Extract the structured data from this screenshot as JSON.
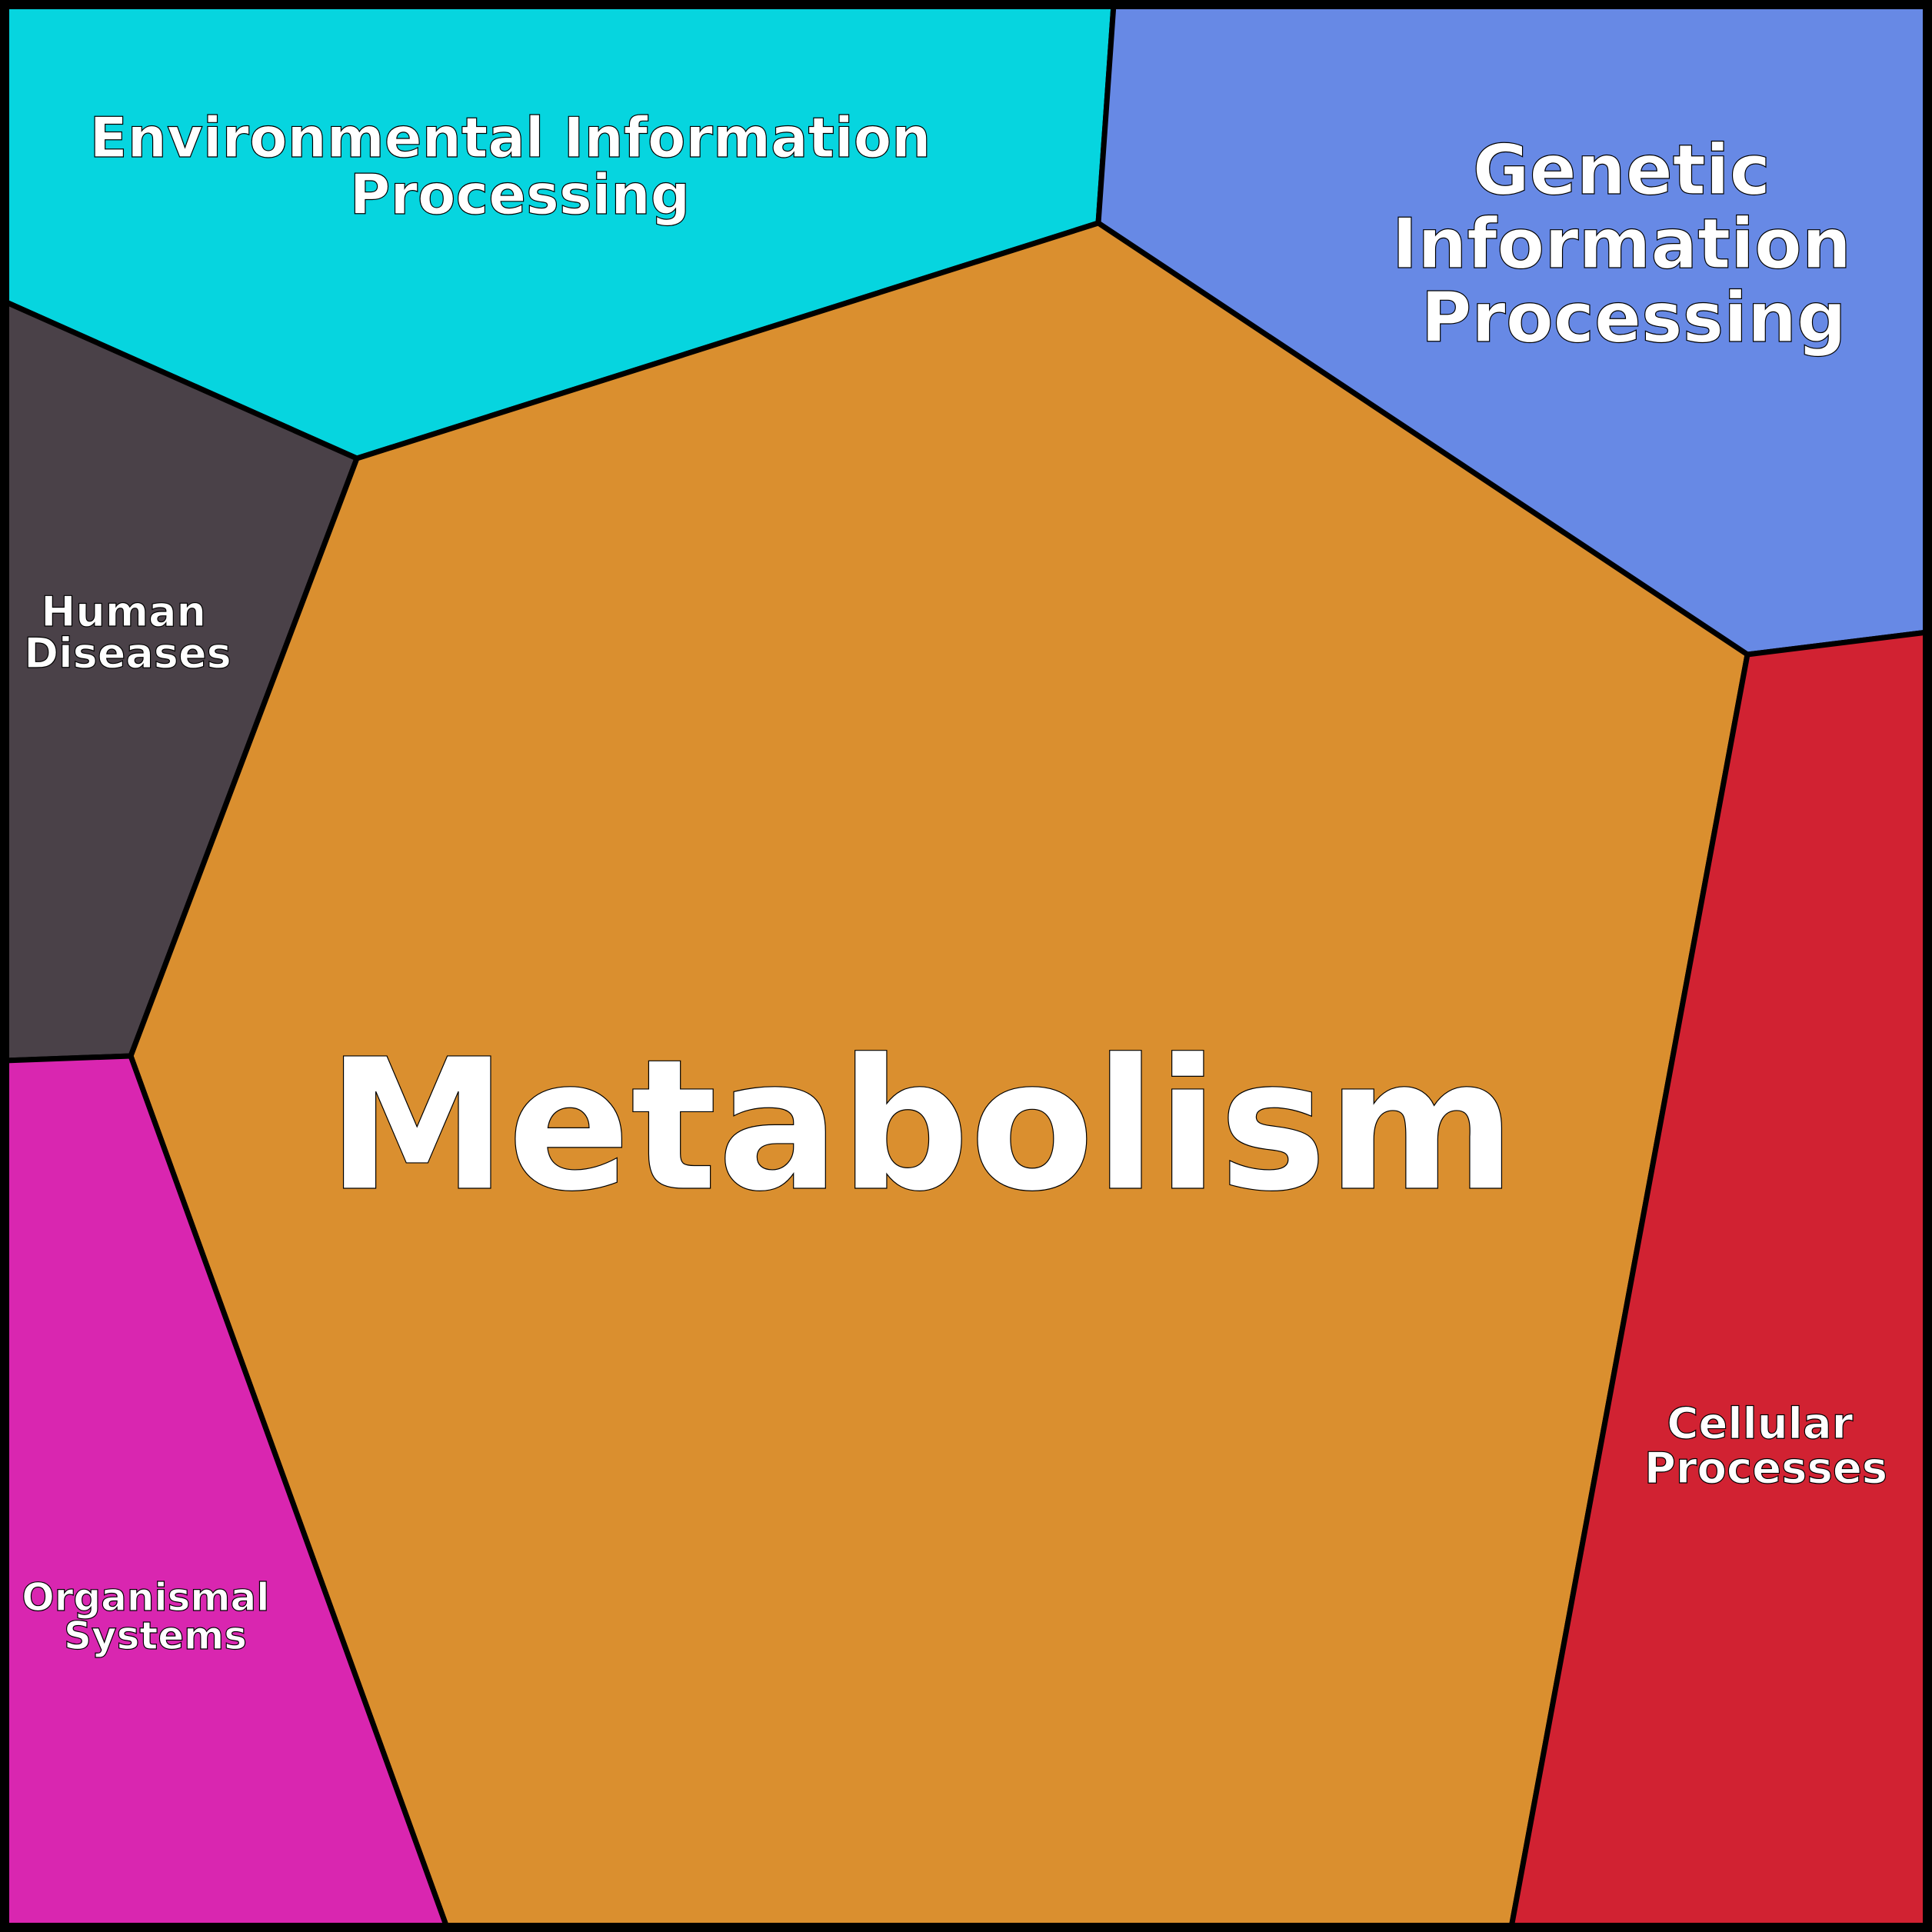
{
  "regions": {
    "environmental": {
      "lines": [
        "Environmental Information",
        "Processing"
      ],
      "color": "#06d5df"
    },
    "genetic": {
      "lines": [
        "Genetic",
        "Information",
        "Processing"
      ],
      "color": "#6789e5"
    },
    "human_diseases": {
      "lines": [
        "Human",
        "Diseases"
      ],
      "color": "#4a4148"
    },
    "metabolism": {
      "lines": [
        "Metabolism"
      ],
      "color": "#da8f2f"
    },
    "cellular": {
      "lines": [
        "Cellular",
        "Processes"
      ],
      "color": "#d12232"
    },
    "organismal": {
      "lines": [
        "Organismal",
        "Systems"
      ],
      "color": "#d926b0"
    }
  }
}
